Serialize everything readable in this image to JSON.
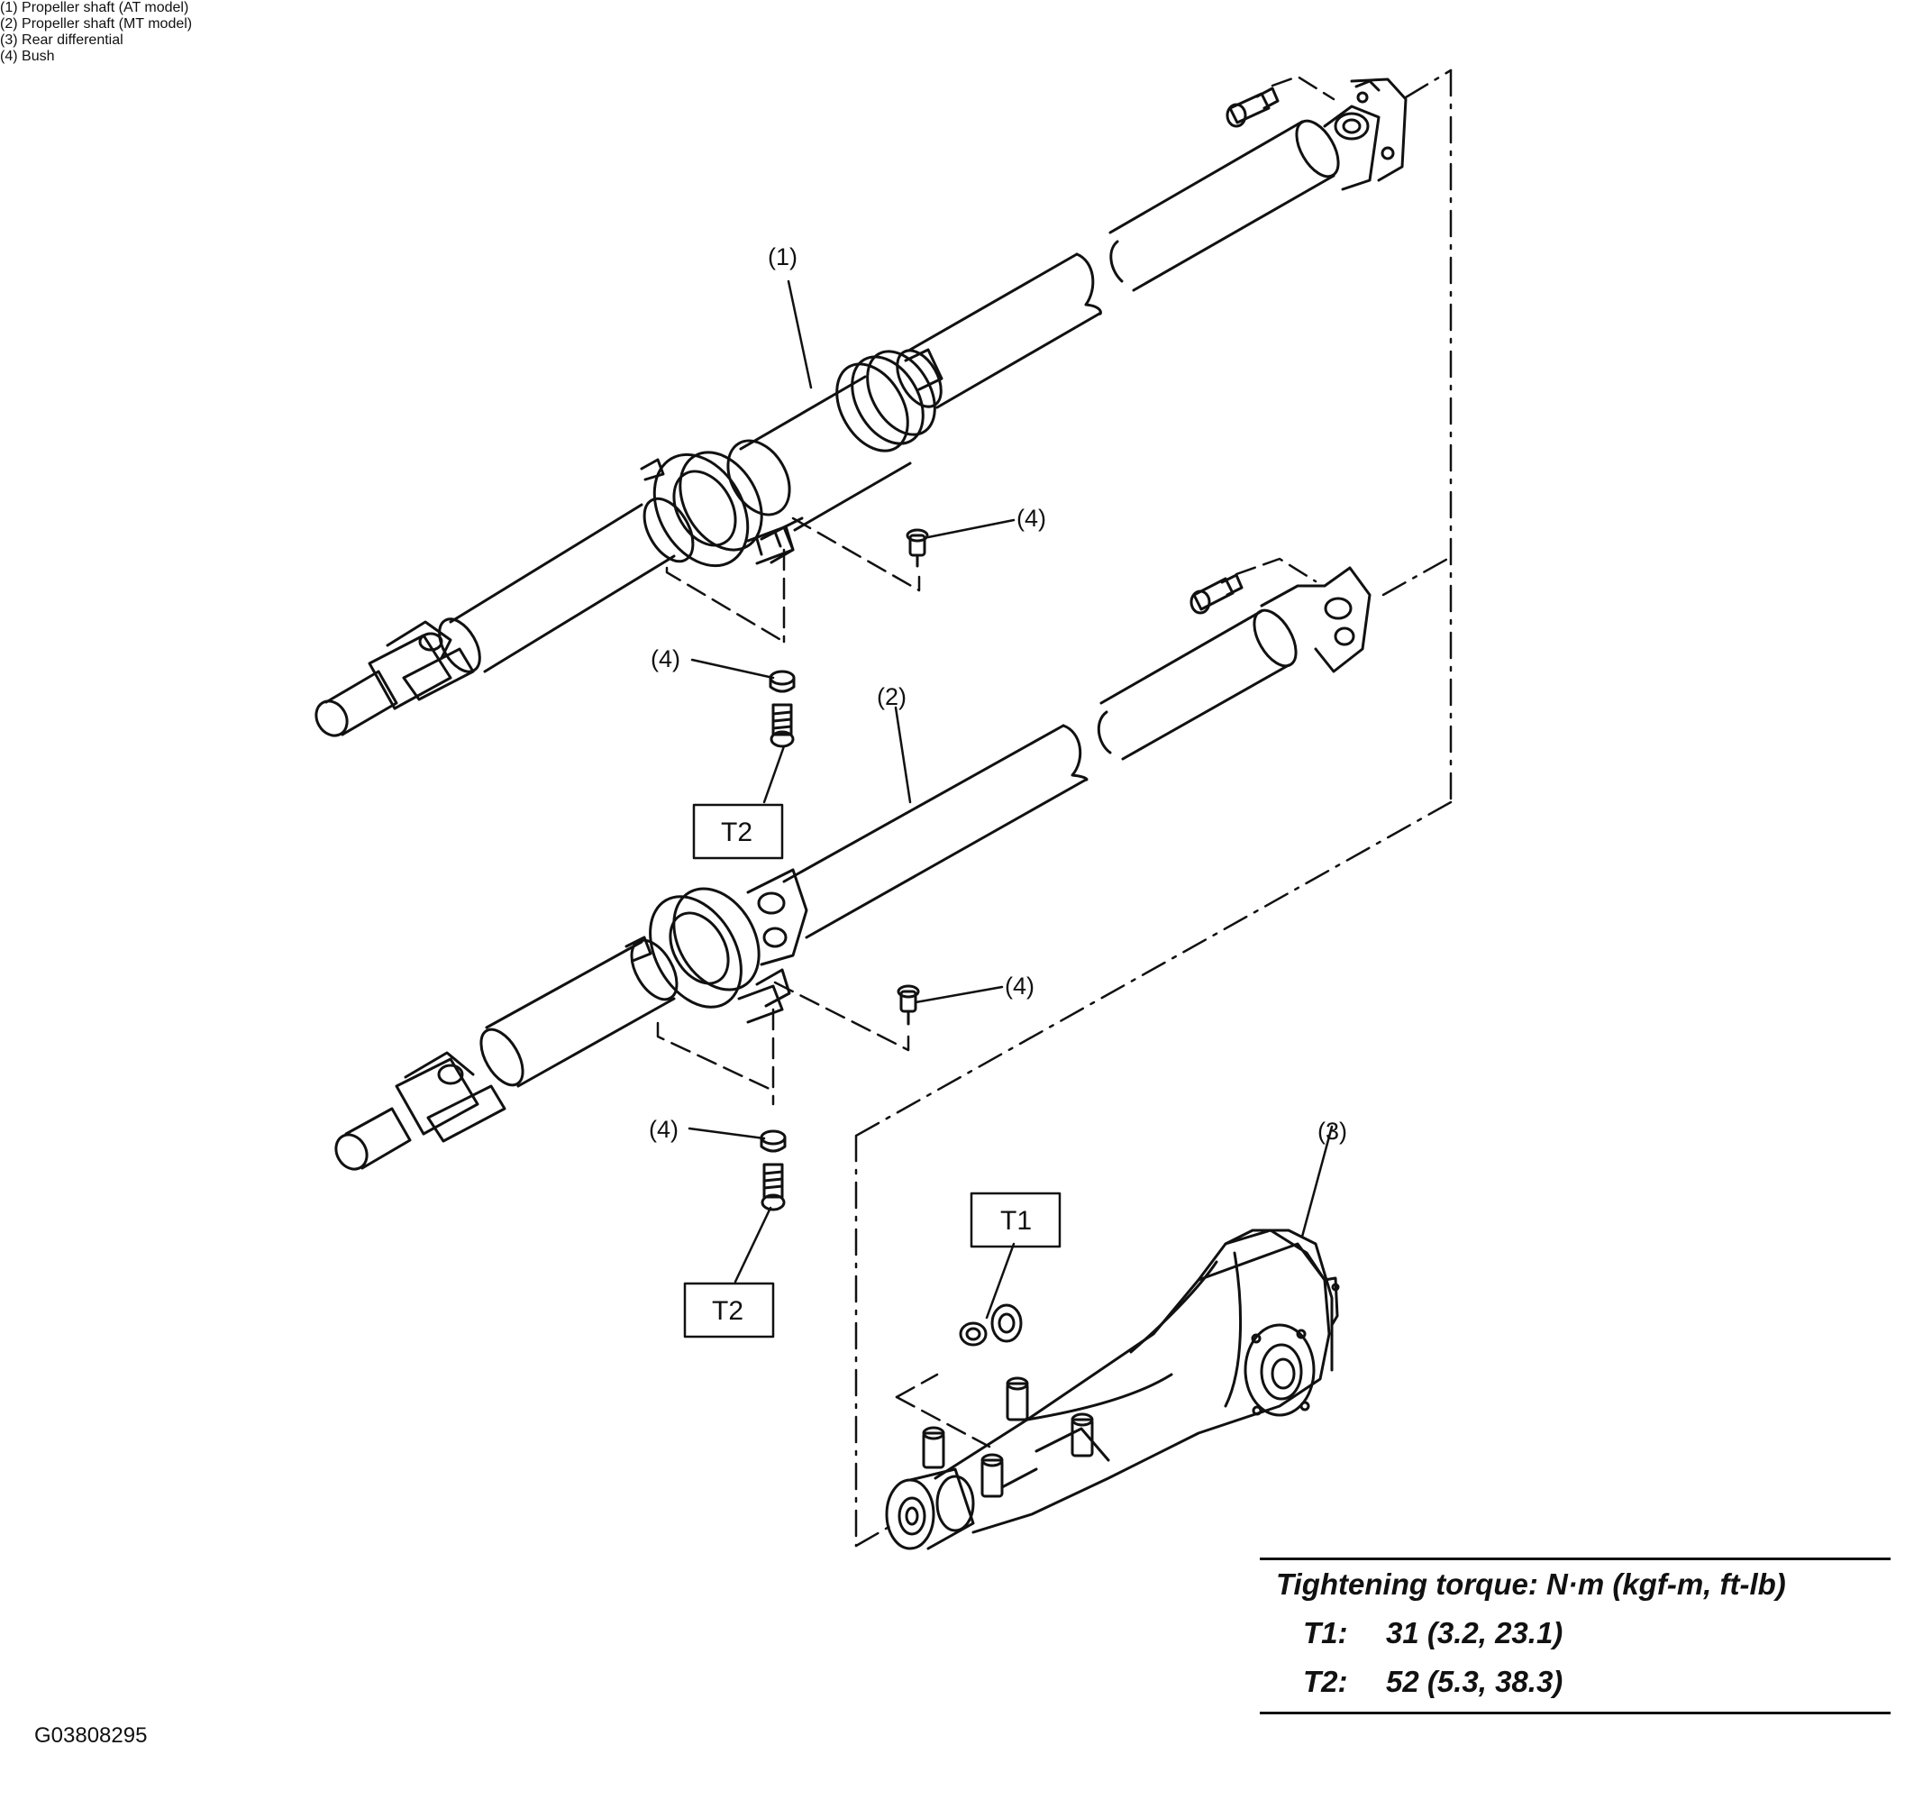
{
  "callouts": {
    "c1": "(1)",
    "c2": "(2)",
    "c3": "(3)",
    "c4a": "(4)",
    "c4b": "(4)",
    "c4c": "(4)",
    "c4d": "(4)"
  },
  "torque_boxes": {
    "t2_upper": "T2",
    "t2_lower": "T2",
    "t1": "T1"
  },
  "legend": {
    "items": [
      {
        "num": "(1)",
        "label": "Propeller shaft (AT model)"
      },
      {
        "num": "(2)",
        "label": "Propeller shaft (MT model)"
      },
      {
        "num": "(3)",
        "label": "Rear differential"
      },
      {
        "num": "(4)",
        "label": "Bush"
      }
    ]
  },
  "torque": {
    "title": "Tightening torque: N·m (kgf-m, ft-lb)",
    "rows": [
      {
        "label": "T1:",
        "value": "31 (3.2, 23.1)"
      },
      {
        "label": "T2:",
        "value": "52 (5.3, 38.3)"
      }
    ]
  },
  "figure_id": "G03808295"
}
